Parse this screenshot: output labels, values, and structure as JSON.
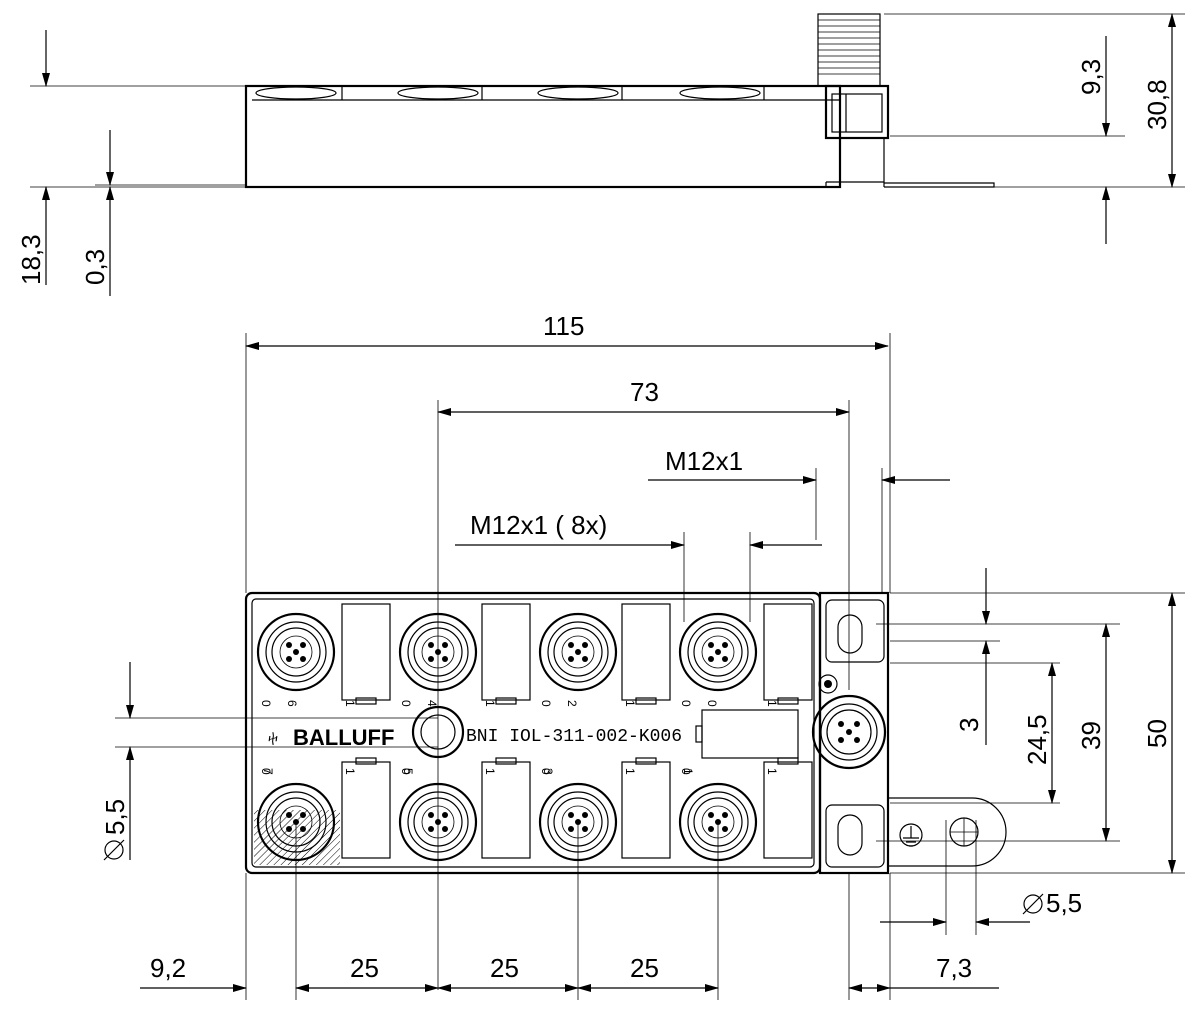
{
  "side_view": {
    "dims": {
      "d18_3": "18,3",
      "d0_3": "0,3",
      "d9_3": "9,3",
      "d30_8": "30,8"
    }
  },
  "top_view": {
    "dims": {
      "d115": "115",
      "d73": "73",
      "m12_single": "M12x1",
      "m12_8x": "M12x1  ( 8x)",
      "d3": "3",
      "d24_5": "24,5",
      "d39": "39",
      "d50": "50",
      "dia_left": "5,5",
      "dia_right": "5,5",
      "d9_2": "9,2",
      "d25_a": "25",
      "d25_b": "25",
      "d25_c": "25",
      "d7_3": "7,3"
    },
    "logo": "BALLUFF",
    "part_number": "BNI IOL-311-002-K006",
    "port_numbers_top": [
      "6",
      "4",
      "2",
      "0"
    ],
    "port_numbers_bottom": [
      "7",
      "5",
      "3",
      "1"
    ],
    "pin_labels": [
      "0",
      "1"
    ]
  }
}
